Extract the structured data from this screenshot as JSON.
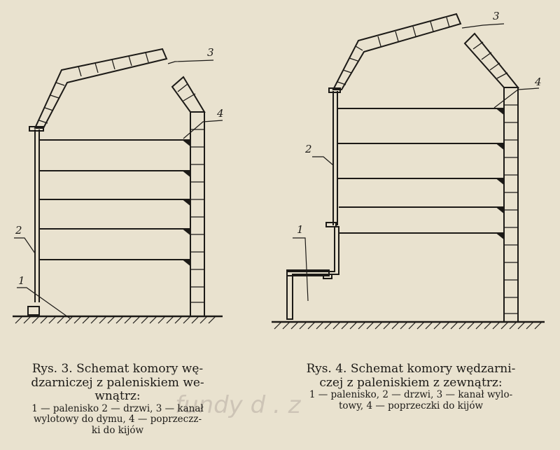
{
  "figure3": {
    "labels": {
      "firebox": "1",
      "door": "2",
      "flue": "3",
      "rails": "4"
    },
    "caption": {
      "line1": "Rys. 3. Schemat komory wę-",
      "line2": "dzarniczej z paleniskiem we-",
      "line3": "wnątrz:",
      "line4": "1 — palenisko 2 — drzwi, 3 — kanał",
      "line5": "wylotowy do dymu, 4 — poprzeczz-",
      "line6": "ki do kijów"
    },
    "rail_count": 5
  },
  "figure4": {
    "labels": {
      "firebox": "1",
      "door": "2",
      "flue": "3",
      "rails": "4"
    },
    "caption": {
      "line1": "Rys. 4. Schemat komory wędzarni-",
      "line2": "czej z paleniskiem z zewnątrz:",
      "line3": "1 — palenisko, 2 — drzwi, 3 — kanał wylo-",
      "line4": "towy, 4 — poprzeczki do kijów"
    },
    "rail_count": 5
  },
  "watermark": "fundy d  . z",
  "colors": {
    "paper": "#e9e2cf",
    "ink": "#1c1a17"
  }
}
